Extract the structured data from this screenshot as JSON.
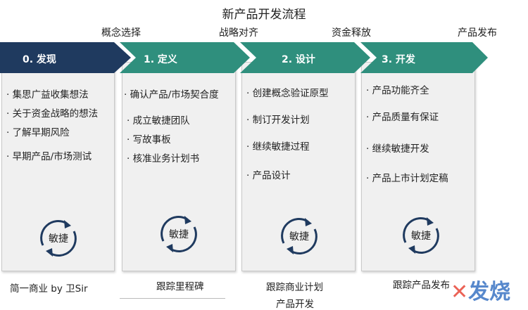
{
  "title": "新产品开发流程",
  "gates": [
    "概念选择",
    "战略对齐",
    "资金释放",
    "产品发布"
  ],
  "phases": [
    {
      "label": "0. 发现",
      "color": "#1f3a5f",
      "items": [
        "集思广益收集想法",
        "关于资金战略的想法",
        "了解早期风险",
        "早期产品/市场测试"
      ]
    },
    {
      "label": "1. 定义",
      "color": "#2f8f7d",
      "items": [
        "确认产品/市场契合度",
        "成立敏捷团队",
        "写故事板",
        "核准业务计划书"
      ]
    },
    {
      "label": "2. 设计",
      "color": "#2f8f7d",
      "items": [
        "创建概念验证原型",
        "制订开发计划",
        "继续敏捷过程",
        "产品设计"
      ]
    },
    {
      "label": "3. 开发",
      "color": "#2f8f7d",
      "items": [
        "产品功能齐全",
        "产品质量有保证",
        "继续敏捷开发",
        "产品上市计划定稿"
      ]
    }
  ],
  "cycle_label": "敏捷",
  "cycle_color": "#1f3a5f",
  "footer": {
    "author": "简一商业 by 卫Sir",
    "track_1": "跟踪里程碑",
    "track_2a": "跟踪商业计划",
    "track_2b": "产品开发",
    "track_3": "跟踪产品发布"
  },
  "watermark": "电子发烧友"
}
